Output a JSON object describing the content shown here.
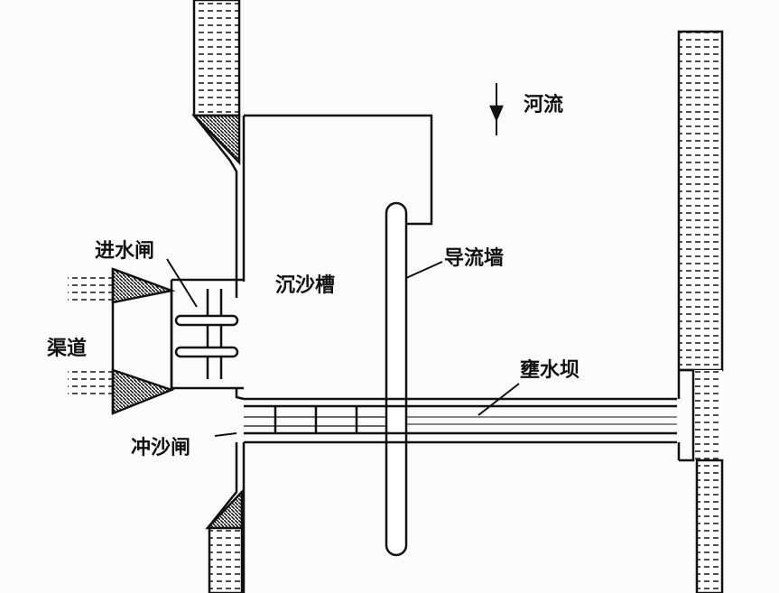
{
  "labels": {
    "river": "河流",
    "guide_wall": "导流墙",
    "settling_basin": "沉沙槽",
    "intake_gate": "进水闸",
    "channel": "渠道",
    "weir_dam": "壅水坝",
    "sluice_gate": "冲沙闸"
  }
}
